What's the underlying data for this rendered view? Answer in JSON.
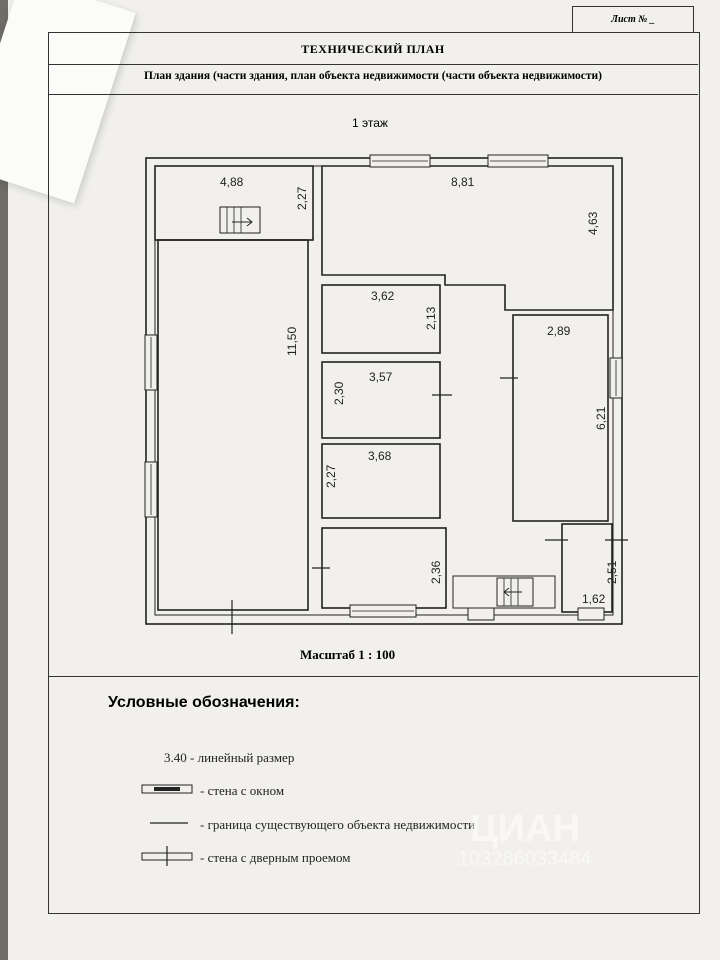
{
  "sheet_label": "Лист № _",
  "title": "ТЕХНИЧЕСКИЙ ПЛАН",
  "subtitle": "План здания (части здания, план объекта недвижимости (части объекта недвижимости)",
  "floor_label": "1 этаж",
  "dimensions": {
    "top_left_width": "4,88",
    "top_left_height": "2,27",
    "big_room_height": "11,50",
    "top_right_width": "8,81",
    "top_right_height": "4,63",
    "room_a_width": "3,62",
    "room_a_height": "2,13",
    "room_b_width": "3,57",
    "room_b_height": "2,30",
    "room_c_width": "3,68",
    "room_c_height": "2,27",
    "room_d_height": "2,36",
    "right_room_width": "2,89",
    "right_room_height": "6,21",
    "small_room_width": "1,62",
    "small_room_height": "2,51"
  },
  "scale_label": "Масштаб 1 : 100",
  "legend": {
    "title": "Условные обозначения:",
    "items": [
      {
        "symbol": "3.40",
        "text": "- линейный размер"
      },
      {
        "symbol": "window-wall",
        "text": "- стена с окном"
      },
      {
        "symbol": "boundary-line",
        "text": "- граница существующего объекта недвижимости"
      },
      {
        "symbol": "door-wall",
        "text": "- стена с дверным проемом"
      }
    ]
  },
  "watermark": "ЦИАН",
  "watermark_id": "103286033484"
}
